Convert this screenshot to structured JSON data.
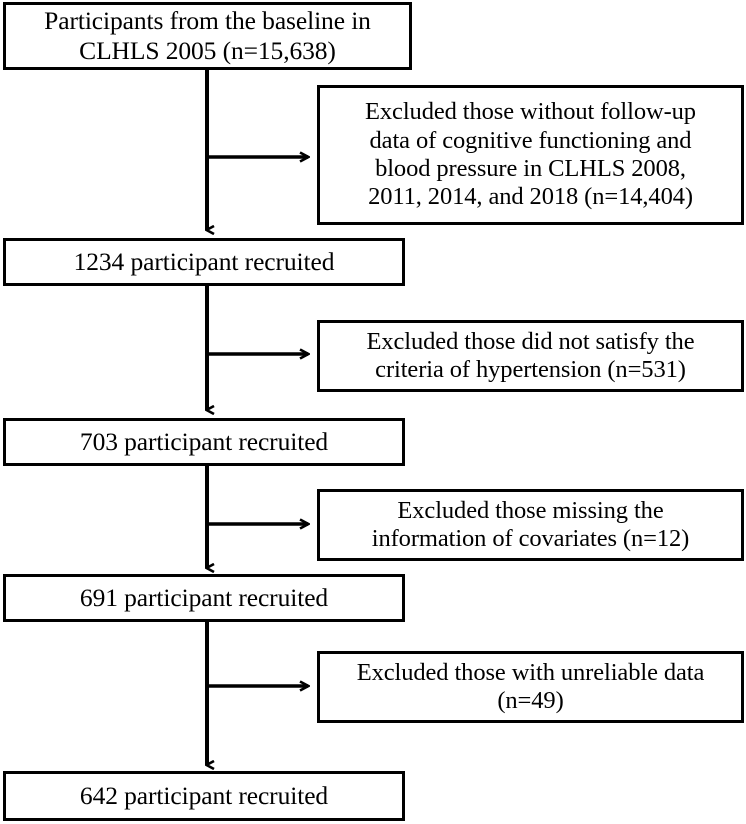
{
  "diagram": {
    "type": "participant-flow-diagram",
    "title": "CLHLS participant selection flowchart",
    "line_color": "#000000",
    "box_border_color": "#000000",
    "box_fill_color": "#ffffff",
    "text_color": "#000000"
  },
  "main_nodes": [
    {
      "id": "baseline",
      "text": "Participants from the baseline in\nCLHLS 2005 (n=15,638)",
      "count": 15638
    },
    {
      "id": "recruited-1234",
      "text": "1234 participant recruited",
      "count": 1234
    },
    {
      "id": "recruited-703",
      "text": "703 participant recruited",
      "count": 703
    },
    {
      "id": "recruited-691",
      "text": "691 participant recruited",
      "count": 691
    },
    {
      "id": "recruited-642",
      "text": "642 participant recruited",
      "count": 642
    }
  ],
  "exclusion_nodes": [
    {
      "id": "excl-followup",
      "text": "Excluded those without follow-up\ndata of cognitive functioning and\nblood pressure in CLHLS 2008,\n2011, 2014, and 2018 (n=14,404)",
      "count": 14404
    },
    {
      "id": "excl-hypertension",
      "text": "Excluded those did not satisfy the\ncriteria of hypertension (n=531)",
      "count": 531
    },
    {
      "id": "excl-covariates",
      "text": "Excluded those missing the\ninformation of covariates (n=12)",
      "count": 12
    },
    {
      "id": "excl-unreliable",
      "text": "Excluded those with unreliable data\n(n=49)",
      "count": 49
    }
  ]
}
